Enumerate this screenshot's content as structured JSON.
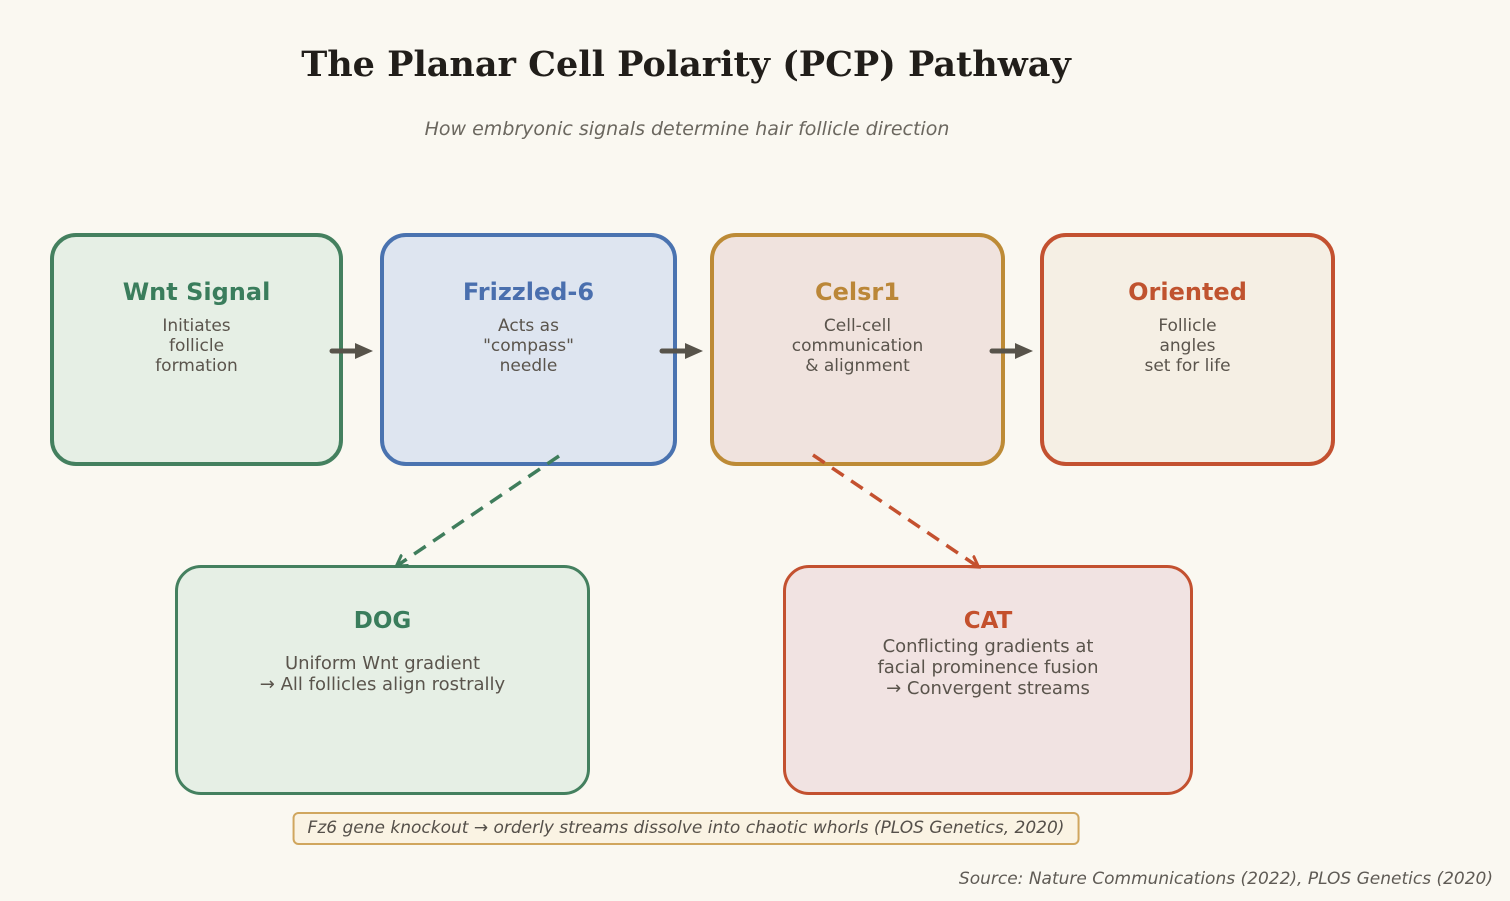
{
  "title": "The Planar Cell Polarity (PCP) Pathway",
  "subtitle": "How embryonic signals determine hair follicle direction",
  "pathway": {
    "nodes": [
      {
        "label": "Wnt Signal",
        "description": "Initiates\nfollicle\nformation"
      },
      {
        "label": "Frizzled-6",
        "description": "Acts as\n\"compass\"\nneedle"
      },
      {
        "label": "Celsr1",
        "description": "Cell-cell\ncommunication\n& alignment"
      },
      {
        "label": "Oriented",
        "description": "Follicle\nangles\nset for life"
      }
    ]
  },
  "branches": {
    "dog": {
      "label": "DOG",
      "description": "Uniform Wnt gradient\n→ All follicles align rostrally"
    },
    "cat": {
      "label": "CAT",
      "description": "Conflicting gradients at\nfacial prominence fusion\n→ Convergent streams"
    }
  },
  "connections": [
    {
      "from": "Wnt Signal",
      "to": "Frizzled-6",
      "style": "solid"
    },
    {
      "from": "Frizzled-6",
      "to": "Celsr1",
      "style": "solid"
    },
    {
      "from": "Celsr1",
      "to": "Oriented",
      "style": "solid"
    },
    {
      "from": "Frizzled-6",
      "to": "DOG",
      "style": "dashed",
      "color": "#3f7d5c"
    },
    {
      "from": "Celsr1",
      "to": "CAT",
      "style": "dashed",
      "color": "#c4512f"
    }
  ],
  "footnote": "Fz6 gene knockout → orderly streams dissolve into chaotic whorls (PLOS Genetics, 2020)",
  "source": "Source: Nature Communications (2022), PLOS Genetics (2020)",
  "colors": {
    "background": "#faf8f1",
    "solid_arrow": "#57534a",
    "wnt": {
      "fill": "#e6efe5",
      "border": "#44805f",
      "accent": "#3a7d5c"
    },
    "frizzled": {
      "fill": "#dee5f0",
      "border": "#4a73b0",
      "accent": "#4a6fae"
    },
    "celsr": {
      "fill": "#f0e3de",
      "border": "#bd8b36",
      "accent": "#bb8738"
    },
    "oriented": {
      "fill": "#f5efe4",
      "border": "#c35130",
      "accent": "#c0532f"
    },
    "dog": {
      "fill": "#e6efe5",
      "border": "#44805f",
      "accent": "#3a7d5c"
    },
    "cat": {
      "fill": "#f1e3e2",
      "border": "#c35130",
      "accent": "#c4502c"
    },
    "footnote_fill": "#faf3e3",
    "footnote_border": "#d0a65e",
    "body_text": "#5a544c",
    "muted_text": "#6b675f"
  }
}
